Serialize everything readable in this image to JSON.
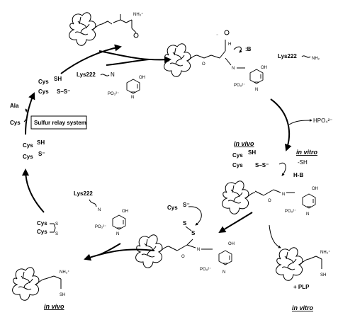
{
  "labels": {
    "sulfur_relay": "Sulfur relay system",
    "in_vivo_top": "in vivo",
    "in_vitro_top": "in vitro",
    "in_vitro_bottom": "in vitro",
    "in_vivo_bottom": "in vivo",
    "hpo4": "HPO₄²⁻",
    "plus_plp": "+ PLP",
    "hb": "H-B",
    "sh_right": "-SH",
    "ala": "Ala",
    "cys": "Cys",
    "base": ":B",
    "lys222_nh2": "Lys222",
    "nh2_sub": "NH₂",
    "lys222_a": "Lys222",
    "lys222_b": "Lys222",
    "cys_sh_top": "Cys",
    "sh_top": "SH",
    "cys_ss_top": "Cys",
    "ss_top": "S–S⁻",
    "cys_sh_left": "Cys",
    "sh_left": "SH",
    "cys_s_left": "Cys",
    "s_left": "S⁻",
    "cys_cyc1": "Cys",
    "cys_cyc2": "Cys",
    "s_cyc1": "S",
    "s_cyc2": "S",
    "cys_mid_sh": "Cys",
    "sh_mid": "SH",
    "cys_mid_ss": "Cys",
    "ss_mid": "S–S⁻",
    "cys_attack": "Cys",
    "s_attack": "S⁻",
    "oh": "OH",
    "po3": "PO₃²⁻",
    "nh_plus": "N",
    "h_label": "H",
    "nh3": "NH₃⁺",
    "sh_prod": "SH",
    "o_label": "O",
    "minus": "⁻",
    "n_label": "N"
  }
}
